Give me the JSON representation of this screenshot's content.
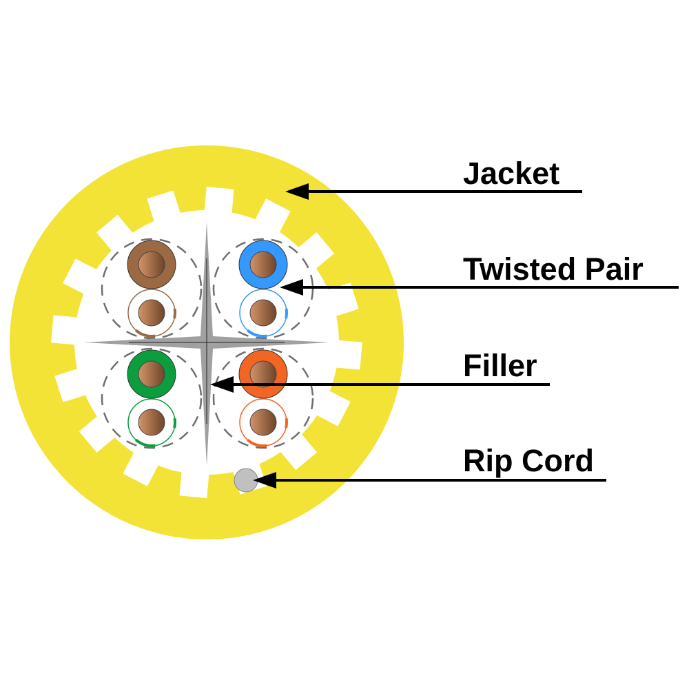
{
  "labels": {
    "jacket": "Jacket",
    "twisted_pair": "Twisted Pair",
    "filler": "Filler",
    "rip_cord": "Rip Cord"
  },
  "colors": {
    "jacket": "#f2e336",
    "filler": "#a0a0a0",
    "rip_cord": "#c0c0c0",
    "copper_light": "#c98a60",
    "copper_dark": "#6e4428",
    "pairs": [
      "#9b6a44",
      "#3399ff",
      "#0c9e3e",
      "#f26522"
    ]
  }
}
